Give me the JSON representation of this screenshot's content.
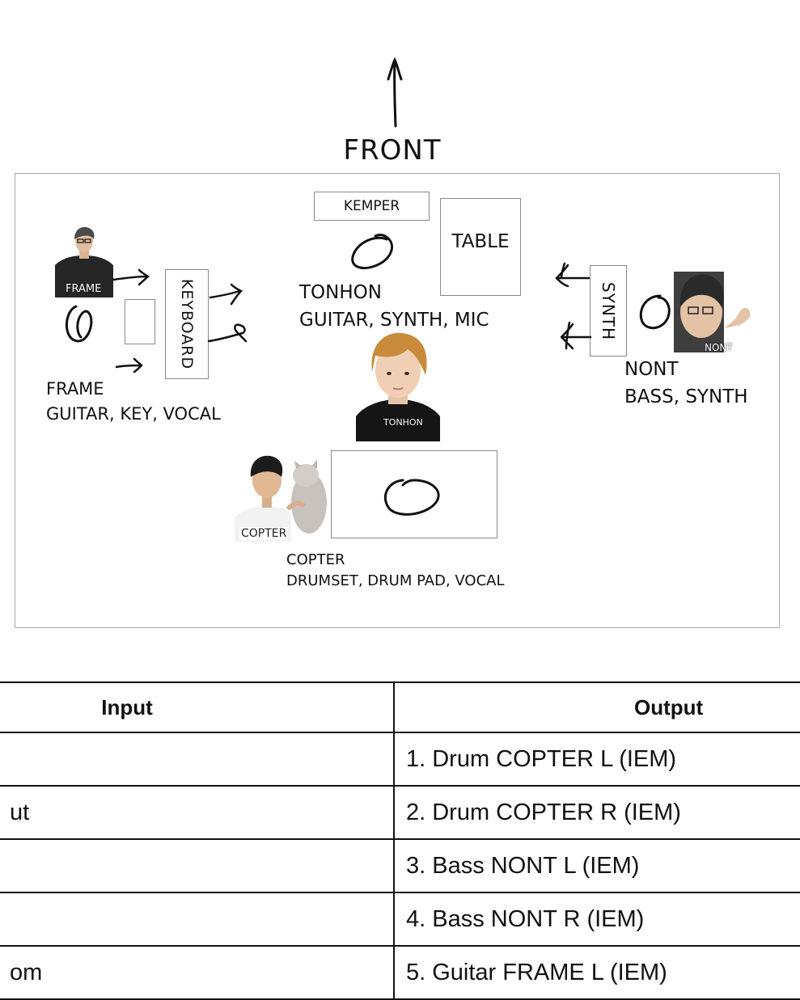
{
  "stage": {
    "front_label": "FRONT",
    "kemper_label": "KEMPER",
    "table_label": "TABLE",
    "keyboard_label": "KEYBOARD",
    "synth_label": "SYNTH"
  },
  "members": {
    "frame": {
      "photo_tag": "FRAME",
      "name": "FRAME",
      "instruments": "GUITAR, KEY, VOCAL"
    },
    "tonhon": {
      "photo_tag": "TONHON",
      "name": "TONHON",
      "instruments": "GUITAR, SYNTH, MIC"
    },
    "nont": {
      "photo_tag": "NONT",
      "name": "NONT",
      "instruments": "BASS, SYNTH"
    },
    "copter": {
      "photo_tag": "COPTER",
      "name": "COPTER",
      "instruments": "DRUMSET, DRUM PAD, VOCAL"
    }
  },
  "io_table": {
    "headers": {
      "input": "Input",
      "output": "Output"
    },
    "rows": [
      {
        "input": "",
        "output": "1. Drum COPTER L (IEM)"
      },
      {
        "input": "ut",
        "output": "2. Drum COPTER R (IEM)"
      },
      {
        "input": "",
        "output": "3. Bass NONT L (IEM)"
      },
      {
        "input": "",
        "output": "4. Bass NONT R (IEM)"
      },
      {
        "input": "om",
        "output": "5. Guitar FRAME L (IEM)"
      }
    ]
  }
}
